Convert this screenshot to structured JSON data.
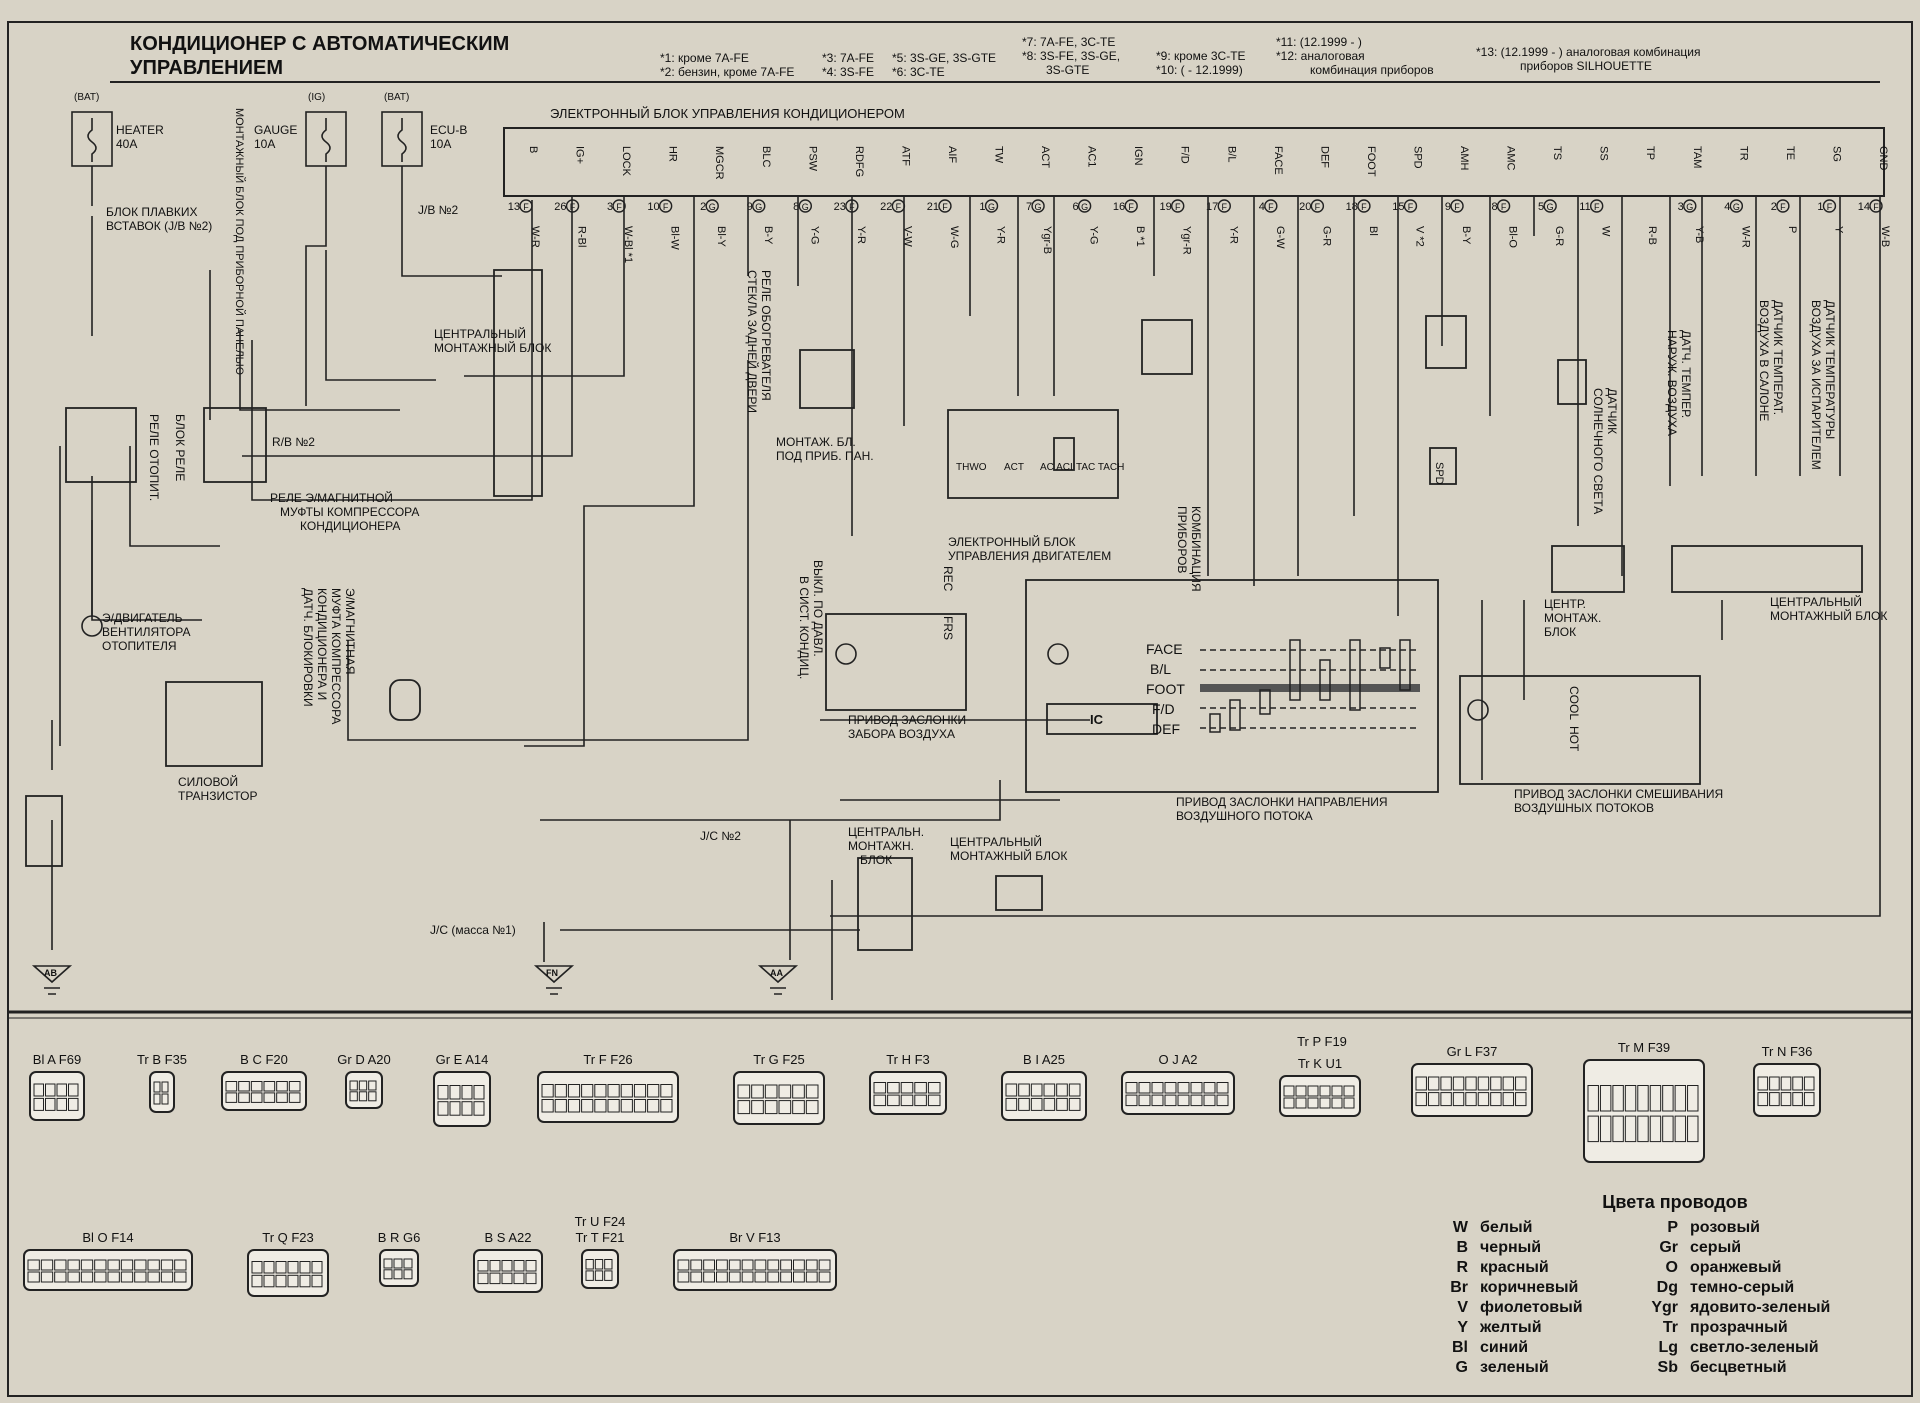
{
  "title_line1": "КОНДИЦИОНЕР С АВТОМАТИЧЕСКИМ",
  "title_line2": "УПРАВЛЕНИЕМ",
  "notes": {
    "n1": "*1: кроме 7A-FE",
    "n2": "*2: бензин, кроме 7A-FE",
    "n3": "*3: 7A-FE",
    "n4": "*4: 3S-FE",
    "n5": "*5: 3S-GE, 3S-GTE",
    "n6": "*6: 3C-TE",
    "n7": "*7: 7A-FE, 3C-TE",
    "n8a": "*8: 3S-FE, 3S-GE,",
    "n8b": "3S-GTE",
    "n9": "*9: кроме 3C-TE",
    "n10": "*10: ( - 12.1999)",
    "n11": "*11: (12.1999 - )",
    "n12a": "*12: аналоговая",
    "n12b": "комбинация приборов",
    "n13a": "*13: (12.1999 - ) аналоговая комбинация",
    "n13b": "приборов SILHOUETTE"
  },
  "ecu_label": "ЭЛЕКТРОННЫЙ БЛОК УПРАВЛЕНИЯ КОНДИЦИОНЕРОМ",
  "ecu_pins": [
    {
      "n": "B",
      "p": "13F",
      "w": "W-R"
    },
    {
      "n": "IG+",
      "p": "26F",
      "w": "R-Bl"
    },
    {
      "n": "LOCK",
      "p": "3F",
      "w": "W-Bl *1"
    },
    {
      "n": "HR",
      "p": "10F",
      "w": "Bl-W"
    },
    {
      "n": "MGCR",
      "p": "2G",
      "w": "Bl-Y"
    },
    {
      "n": "BLC",
      "p": "9G",
      "w": "B-Y"
    },
    {
      "n": "PSW",
      "p": "8G",
      "w": "Y-G"
    },
    {
      "n": "RDFG",
      "p": "23F",
      "w": "Y-R"
    },
    {
      "n": "ATF",
      "p": "22F",
      "w": "V-W"
    },
    {
      "n": "AIF",
      "p": "21F",
      "w": "W-G"
    },
    {
      "n": "TW",
      "p": "1G",
      "w": "Y-R"
    },
    {
      "n": "ACT",
      "p": "7G",
      "w": "Ygr-B"
    },
    {
      "n": "AC1",
      "p": "6G",
      "w": "Y-G"
    },
    {
      "n": "IGN",
      "p": "16F",
      "w": "B *1"
    },
    {
      "n": "F/D",
      "p": "19F",
      "w": "Ygr-R"
    },
    {
      "n": "B/L",
      "p": "17F",
      "w": "Y-R"
    },
    {
      "n": "FACE",
      "p": "4F",
      "w": "G-W"
    },
    {
      "n": "DEF",
      "p": "20F",
      "w": "G-R"
    },
    {
      "n": "FOOT",
      "p": "18F",
      "w": "Bl"
    },
    {
      "n": "SPD",
      "p": "15F",
      "w": "V *2"
    },
    {
      "n": "AMH",
      "p": "9F",
      "w": "B-Y"
    },
    {
      "n": "AMC",
      "p": "8F",
      "w": "Bl-O"
    },
    {
      "n": "TS",
      "p": "5G",
      "w": "G-R"
    },
    {
      "n": "SS",
      "p": "11F",
      "w": "W"
    },
    {
      "n": "TP",
      "p": "",
      "w": "R-B"
    },
    {
      "n": "TAM",
      "p": "3G",
      "w": "Y-B"
    },
    {
      "n": "TR",
      "p": "4G",
      "w": "W-R"
    },
    {
      "n": "TE",
      "p": "2F",
      "w": "P"
    },
    {
      "n": "SG",
      "p": "1F",
      "w": "Y"
    },
    {
      "n": "GND",
      "p": "14F",
      "w": "W-B"
    }
  ],
  "fuses": [
    {
      "tag": "(BAT)",
      "name": "HEATER",
      "amp": "40A"
    },
    {
      "tag": "(IG)",
      "name": "GAUGE",
      "amp": "10A"
    },
    {
      "tag": "(BAT)",
      "name": "ECU-B",
      "amp": "10A"
    }
  ],
  "labels": {
    "fuse_block_v": "МОНТАЖНЫЙ БЛОК ПОД ПРИБОРНОЙ ПАНЕЛЬЮ",
    "fusible": "БЛОК ПЛАВКИХ",
    "fusible2": "ВСТАВОК (J/B №2)",
    "jb2": "J/B №2",
    "cjb": "ЦЕНТРАЛЬНЫЙ",
    "cjb2": "МОНТАЖНЫЙ БЛОК",
    "relay_block": "БЛОК РЕЛЕ",
    "heater_relay": "РЕЛЕ ОТОПИТ.",
    "rb2": "R/B №2",
    "mg_relay1": "РЕЛЕ Э/МАГНИТНОЙ",
    "mg_relay2": "МУФТЫ КОМПРЕССОРА",
    "mg_relay3": "КОНДИЦИОНЕРА",
    "blower1": "Э/ДВИГАТЕЛЬ",
    "blower2": "ВЕНТИЛЯТОРА",
    "blower3": "ОТОПИТЕЛЯ",
    "power_tr1": "СИЛОВОЙ",
    "power_tr2": "ТРАНЗИСТОР",
    "clutch1": "Э/МАГНИТНАЯ",
    "clutch2": "МУФТА КОМПРЕССОРА",
    "clutch3": "КОНДИЦИОНЕРА И",
    "clutch4": "ДАТЧ. БЛОКИРОВКИ",
    "defog1": "РЕЛЕ ОБОГРЕВАТЕЛЯ",
    "defog2": "СТЕКЛА ЗАДНЕЙ ДВЕРИ",
    "ipjb": "МОНТАЖ. БЛ.",
    "ipjb2": "ПОД ПРИБ. ПАН.",
    "psw1": "ВЫКЛ. ПО ДАВЛ.",
    "psw2": "В СИСТ. КОНДИЦ.",
    "intake1": "ПРИВОД ЗАСЛОНКИ",
    "intake2": "ЗАБОРА ВОЗДУХА",
    "ecm1": "ЭЛЕКТРОННЫЙ БЛОК",
    "ecm2": "УПРАВЛЕНИЯ ДВИГАТЕЛЕМ",
    "combo1": "КОМБИНАЦИЯ",
    "combo2": "ПРИБОРОВ",
    "mode1": "ПРИВОД ЗАСЛОНКИ НАПРАВЛЕНИЯ",
    "mode2": "ВОЗДУШНОГО ПОТОКА",
    "mix1": "ПРИВОД ЗАСЛОНКИ СМЕШИВАНИЯ",
    "mix2": "ВОЗДУШНЫХ ПОТОКОВ",
    "solar1": "ДАТЧИК",
    "solar2": "СОЛНЕЧНОГО СВЕТА",
    "amb1": "ДАТЧ. ТЕМПЕР.",
    "amb2": "НАРУЖ. ВОЗДУХА",
    "room1": "ДАТЧИК ТЕМПЕРАТ.",
    "room2": "ВОЗДУХА В САЛОНЕ",
    "evap1": "ДАТЧИК ТЕМПЕРАТУРЫ",
    "evap2": "ВОЗДУХА ЗА ИСПАРИТЕЛЕМ",
    "centr_short1": "ЦЕНТР.",
    "centr_short2": "МОНТАЖ.",
    "centr_short3": "БЛОК",
    "centr_b1": "ЦЕНТРАЛЬН.",
    "centr_b2": "МОНТАЖН.",
    "jc2": "J/C №2",
    "jc1": "J/C (масса №1)",
    "modes": [
      "FACE",
      "B/L",
      "FOOT",
      "F/D",
      "DEF"
    ],
    "cool": "COOL",
    "hot": "HOT",
    "rec": "REC",
    "frs": "FRS",
    "ic": "IC",
    "spd": "SPD",
    "ecm_pins": [
      "THWO",
      "ACT",
      "AC ACI",
      "TAC TACH"
    ]
  },
  "grounds": [
    "AB",
    "FN",
    "AA"
  ],
  "connectors_row1": [
    {
      "c": "Bl",
      "l": "A",
      "id": "F69"
    },
    {
      "c": "Tr",
      "l": "B",
      "id": "F35"
    },
    {
      "c": "B",
      "l": "C",
      "id": "F20"
    },
    {
      "c": "Gr",
      "l": "D",
      "id": "A20"
    },
    {
      "c": "Gr",
      "l": "E",
      "id": "A14"
    },
    {
      "c": "Tr",
      "l": "F",
      "id": "F26"
    },
    {
      "c": "Tr",
      "l": "G",
      "id": "F25"
    },
    {
      "c": "Tr",
      "l": "H",
      "id": "F3"
    },
    {
      "c": "B",
      "l": "I",
      "id": "A25"
    },
    {
      "c": "O",
      "l": "J",
      "id": "A2"
    },
    {
      "c": "Tr",
      "l": "K",
      "id": "U1"
    },
    {
      "c": "Gr",
      "l": "L",
      "id": "F37"
    },
    {
      "c": "Tr",
      "l": "M",
      "id": "F39"
    },
    {
      "c": "Tr",
      "l": "N",
      "id": "F36"
    }
  ],
  "connector_p": {
    "c": "Tr",
    "l": "P",
    "id": "F19"
  },
  "connectors_row2": [
    {
      "c": "Bl",
      "l": "O",
      "id": "F14"
    },
    {
      "c": "Tr",
      "l": "Q",
      "id": "F23"
    },
    {
      "c": "B",
      "l": "R",
      "id": "G6"
    },
    {
      "c": "B",
      "l": "S",
      "id": "A22"
    },
    {
      "c": "Tr",
      "l": "T",
      "id": "F21"
    },
    {
      "c": "Br",
      "l": "V",
      "id": "F13"
    }
  ],
  "connector_u": {
    "c": "Tr",
    "l": "U",
    "id": "F24"
  },
  "wire_colors_title": "Цвета проводов",
  "wire_colors": [
    {
      "code": "W",
      "name": "белый",
      "code2": "P",
      "name2": "розовый"
    },
    {
      "code": "B",
      "name": "черный",
      "code2": "Gr",
      "name2": "серый"
    },
    {
      "code": "R",
      "name": "красный",
      "code2": "O",
      "name2": "оранжевый"
    },
    {
      "code": "Br",
      "name": "коричневый",
      "code2": "Dg",
      "name2": "темно-серый"
    },
    {
      "code": "V",
      "name": "фиолетовый",
      "code2": "Ygr",
      "name2": "ядовито-зеленый"
    },
    {
      "code": "Y",
      "name": "желтый",
      "code2": "Tr",
      "name2": "прозрачный"
    },
    {
      "code": "Bl",
      "name": "синий",
      "code2": "Lg",
      "name2": "светло-зеленый"
    },
    {
      "code": "G",
      "name": "зеленый",
      "code2": "Sb",
      "name2": "бесцветный"
    }
  ]
}
